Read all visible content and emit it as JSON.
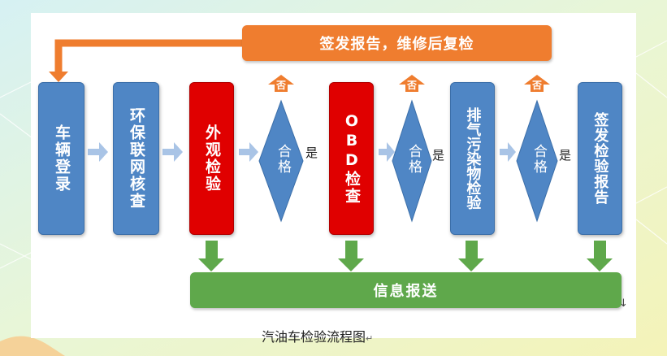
{
  "feedback_label": "签发报告，维修后复检",
  "steps": {
    "vehicle_register": "车辆登录",
    "network_check": "环保联网核查",
    "visual_inspection": "外观检验",
    "obd_check": "OBD检查",
    "emission_check": "排气污染物检验",
    "issue_report": "签发检验报告"
  },
  "decision_label": "合格",
  "yes_label": "是",
  "no_label": "否",
  "info_label": "信息报送",
  "caption": "汽油车检验流程图",
  "caption_mark": "↵",
  "para_mark": "↓",
  "colors": {
    "blue": "#4f86c5",
    "red": "#e00000",
    "orange": "#ef7d2f",
    "green": "#5fa84b",
    "light_blue_arrow": "#a9c4e6"
  }
}
